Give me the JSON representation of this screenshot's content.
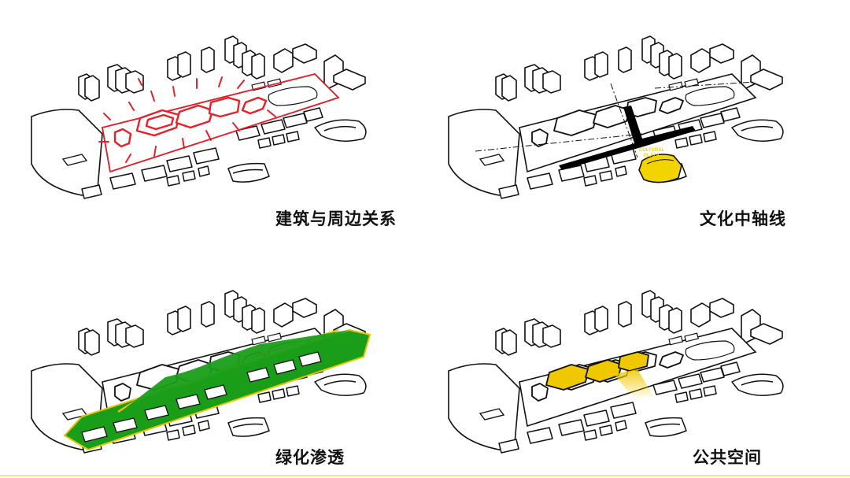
{
  "panels": [
    {
      "caption": "建筑与周边关系"
    },
    {
      "caption": "文化中轴线",
      "plaza_label_line1": "CULTURAL",
      "plaza_label_line2": "PLAZA"
    },
    {
      "caption": "绿化渗透"
    },
    {
      "caption": "公共空间"
    }
  ],
  "colors": {
    "outline": "#111111",
    "relation_red": "#e8202a",
    "axis_black": "#000000",
    "plaza_yellow": "#f2d400",
    "green": "#1a9e1a",
    "green_border": "#e8c400",
    "public_yellow": "#f0c800"
  }
}
